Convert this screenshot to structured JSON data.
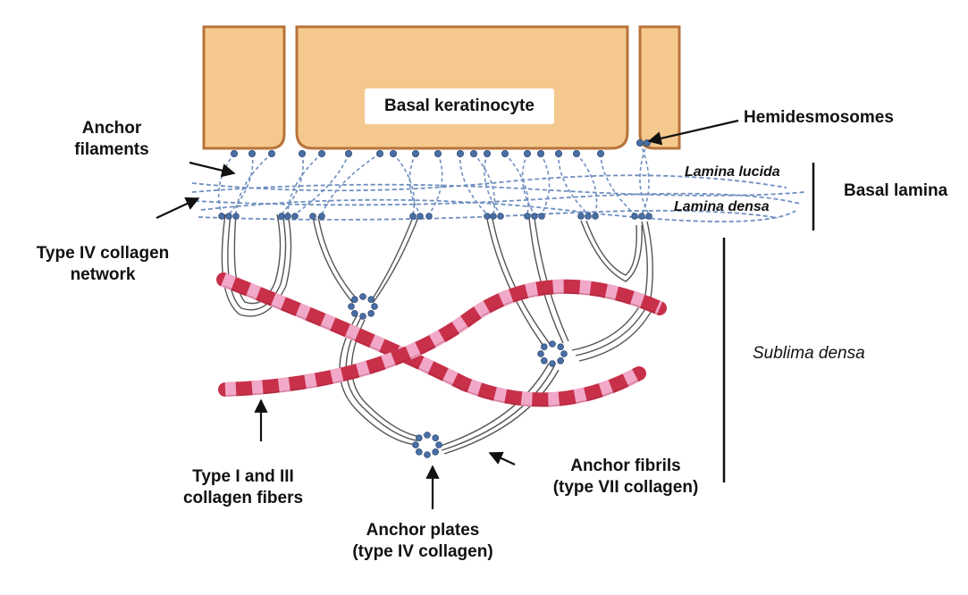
{
  "cell": {
    "label": "Basal keratinocyte"
  },
  "labels": {
    "anchor_filaments": [
      "Anchor",
      "filaments"
    ],
    "hemidesmosomes": "Hemidesmosomes",
    "lamina_lucida": "Lamina lucida",
    "lamina_densa": "Lamina densa",
    "basal_lamina": "Basal lamina",
    "type_iv_network": [
      "Type IV collagen",
      "network"
    ],
    "sublima_densa": "Sublima densa",
    "type_i_iii": [
      "Type I and III",
      "collagen fibers"
    ],
    "anchor_plates": [
      "Anchor plates",
      "(type IV collagen)"
    ],
    "anchor_fibrils": [
      "Anchor fibrils",
      "(type VII collagen)"
    ]
  },
  "colors": {
    "cell_fill": "#F5C98E",
    "cell_stroke": "#B8733A",
    "hemidesmosome": "#4A6FA5",
    "filament": "#6F8FBF",
    "fiber_red": "#C8304A",
    "fiber_pink": "#F2A9C9",
    "fibril": "#555555"
  }
}
